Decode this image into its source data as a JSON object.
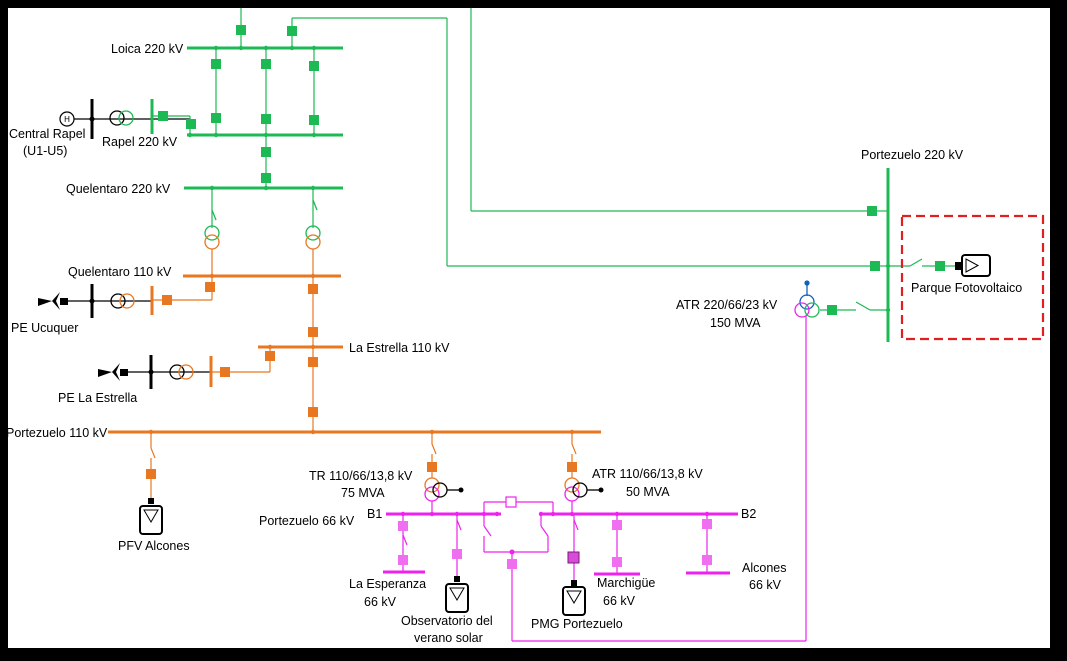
{
  "colors": {
    "kv220": "#1db954",
    "kv110": "#e87722",
    "kv66": "#ee22ee",
    "node66": "#f06ef0",
    "black": "#000000",
    "highlight": "#e02020",
    "blue": "#1060c0"
  },
  "buses": {
    "loica_220": "Loica 220 kV",
    "rapel_220": "Rapel 220 kV",
    "quelentaro_220": "Quelentaro 220 kV",
    "quelentaro_110": "Quelentaro 110 kV",
    "la_estrella_110": "La Estrella 110 kV",
    "portezuelo_110": "Portezuelo 110 kV",
    "portezuelo_66": "Portezuelo 66 kV",
    "portezuelo_220": "Portezuelo 220 kV",
    "b1": "B1",
    "b2": "B2"
  },
  "generators": {
    "central_rapel_1": "Central Rapel",
    "central_rapel_2": "(U1-U5)",
    "pe_ucuquer": "PE Ucuquer",
    "pe_la_estrella": "PE La Estrella",
    "pfv_alcones": "PFV Alcones",
    "parque_fotovoltaico": "Parque Fotovoltaico",
    "observatorio_1": "Observatorio del",
    "observatorio_2": "verano solar",
    "pmg_portezuelo": "PMG Portezuelo"
  },
  "transformers": {
    "atr_220_1": "ATR 220/66/23 kV",
    "atr_220_2": "150 MVA",
    "tr_110_1": "TR 110/66/13,8 kV",
    "tr_110_2": "75 MVA",
    "atr_110_1": "ATR 110/66/13,8 kV",
    "atr_110_2": "50 MVA"
  },
  "loads": {
    "la_esperanza_1": "La Esperanza",
    "la_esperanza_2": "66 kV",
    "marchigue_1": "Marchigüe",
    "marchigue_2": "66 kV",
    "alcones_1": "Alcones",
    "alcones_2": "66 kV"
  },
  "generator_symbol_letter": "H"
}
